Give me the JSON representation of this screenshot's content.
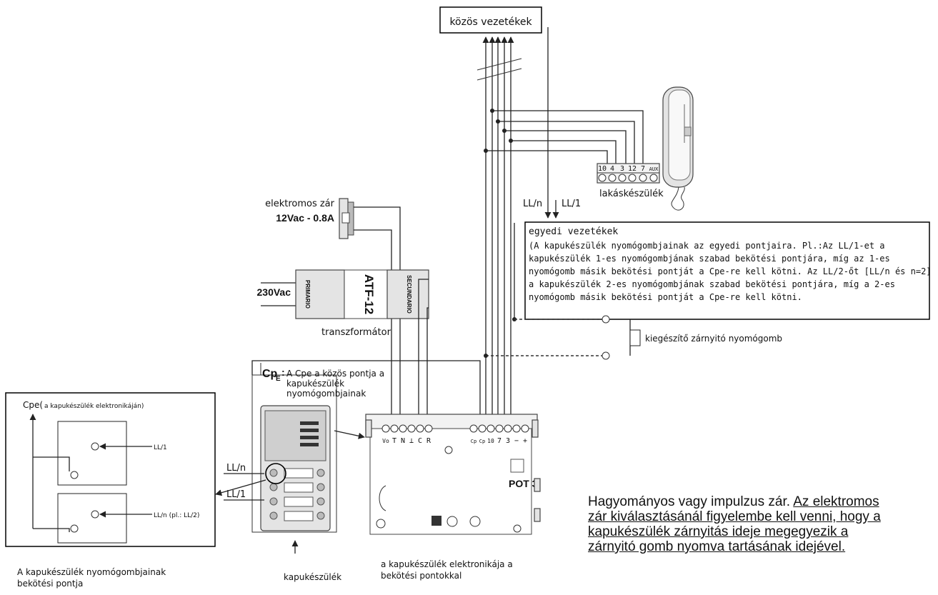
{
  "labels": {
    "common_wires": "közös vezetékek",
    "lock_title": "elektromos zár",
    "lock_rating": "12Vac - 0.8A",
    "voltage": "230Vac",
    "transformer_model": "ATF-12",
    "transformer_primary": "PRIMARIO",
    "transformer_secondary": "SECUNDARIO",
    "transformer": "transzformátor",
    "apartment_unit": "lakáskészülék",
    "llmn": "LL/n",
    "ll1": "LL/1",
    "extra_button": "kiegészítő zárnyitó nyomógomb",
    "cpe_symbol": "Cp",
    "cpe_sub": "E",
    "cpe_colon": ":",
    "cpe_desc": [
      "A Cpe a közös pontja a",
      "kapukészülék",
      "nyomógombjainak"
    ],
    "door_panel": "kapukészülék",
    "electronics_caption": [
      "a kapukészülék elektronikája a",
      "bekötési pontokkal"
    ],
    "board_model": "POT 3",
    "inset_title_main": "Cpe(",
    "inset_title_sub": "a kapukészülék elektronikáján)",
    "inset_ll1": "LL/1",
    "inset_lln": "LL/n (pl.: LL/2)",
    "inset_caption": [
      "A kapukészülék nyomógombjainak",
      "bekötési pontja"
    ]
  },
  "individual_wires": {
    "title": "egyedi vezetékek",
    "lines": [
      "(A kapukészülék nyomógombjainak az egyedi pontjaira. Pl.:Az LL/1-et a",
      "kapukészülék 1-es nyomógombjának szabad bekötési pontjára, míg az 1-es",
      "nyomógomb másik bekötési pontját a Cpe-re kell kötni. Az LL/2-őt [LL/n és n=2]",
      "a kapukészülék 2-es nyomógombjának szabad bekötési pontjára, míg a 2-es",
      "nyomógomb másik bekötési pontját a Cpe-re kell kötni."
    ]
  },
  "apartment_terminals": [
    "10",
    "4",
    "3",
    "12",
    "7",
    "AUX"
  ],
  "board_terminals_left": [
    "Vo",
    "T",
    "N",
    "⊥",
    "C",
    "R"
  ],
  "board_terminals_right": [
    "Cp",
    "Cp",
    "10",
    "7",
    "3",
    "−",
    "+"
  ],
  "note": {
    "plain": "Hagyományos vagy impulzus zár. ",
    "underlined_1": "Az elektromos",
    "line2": "zár kiválasztásánál figyelembe kell venni, hogy a",
    "line3": "kapukészülék zárnyitás ideje megegyezik a",
    "line4": "zárnyitó gomb nyomva tartásának idejével."
  }
}
